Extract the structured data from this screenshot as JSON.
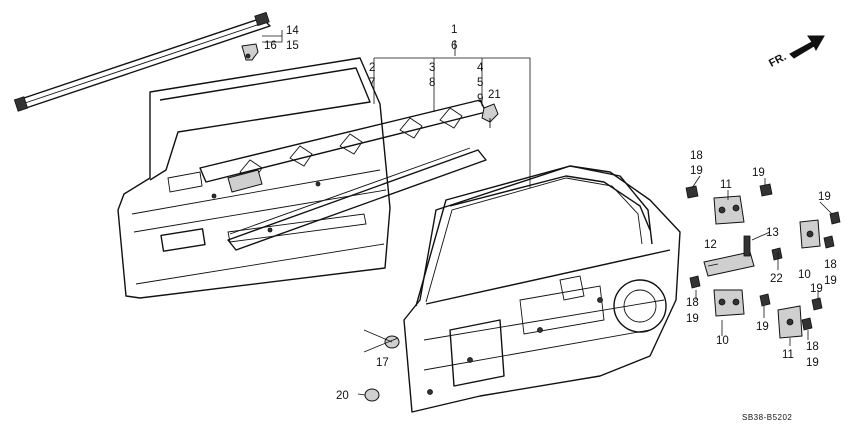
{
  "callouts": [
    {
      "id": "c1",
      "text": "1"
    },
    {
      "id": "c6",
      "text": "6"
    },
    {
      "id": "c2",
      "text": "2"
    },
    {
      "id": "c7",
      "text": "7"
    },
    {
      "id": "c3",
      "text": "3"
    },
    {
      "id": "c8",
      "text": "8"
    },
    {
      "id": "c4",
      "text": "4"
    },
    {
      "id": "c5",
      "text": "5"
    },
    {
      "id": "c9",
      "text": "9"
    },
    {
      "id": "c21",
      "text": "21"
    },
    {
      "id": "c14",
      "text": "14"
    },
    {
      "id": "c15",
      "text": "15"
    },
    {
      "id": "c16",
      "text": "16"
    },
    {
      "id": "c17",
      "text": "17"
    },
    {
      "id": "c20",
      "text": "20"
    },
    {
      "id": "c18a",
      "text": "18"
    },
    {
      "id": "c19a",
      "text": "19"
    },
    {
      "id": "c11a",
      "text": "11"
    },
    {
      "id": "c19b",
      "text": "19"
    },
    {
      "id": "c13",
      "text": "13"
    },
    {
      "id": "c12",
      "text": "12"
    },
    {
      "id": "c22",
      "text": "22"
    },
    {
      "id": "c19c",
      "text": "19"
    },
    {
      "id": "c10a",
      "text": "10"
    },
    {
      "id": "c18b",
      "text": "18"
    },
    {
      "id": "c19d",
      "text": "19"
    },
    {
      "id": "c18c",
      "text": "18"
    },
    {
      "id": "c19e",
      "text": "19"
    },
    {
      "id": "c10b",
      "text": "10"
    },
    {
      "id": "c19f",
      "text": "19"
    },
    {
      "id": "c19g",
      "text": "19"
    },
    {
      "id": "c18d",
      "text": "18"
    },
    {
      "id": "c19h",
      "text": "19"
    },
    {
      "id": "c11b",
      "text": "11"
    }
  ],
  "direction_label": "FR.",
  "diagram_code": "SB38-B5202",
  "icons": {
    "direction": "arrow-up-right-icon"
  }
}
